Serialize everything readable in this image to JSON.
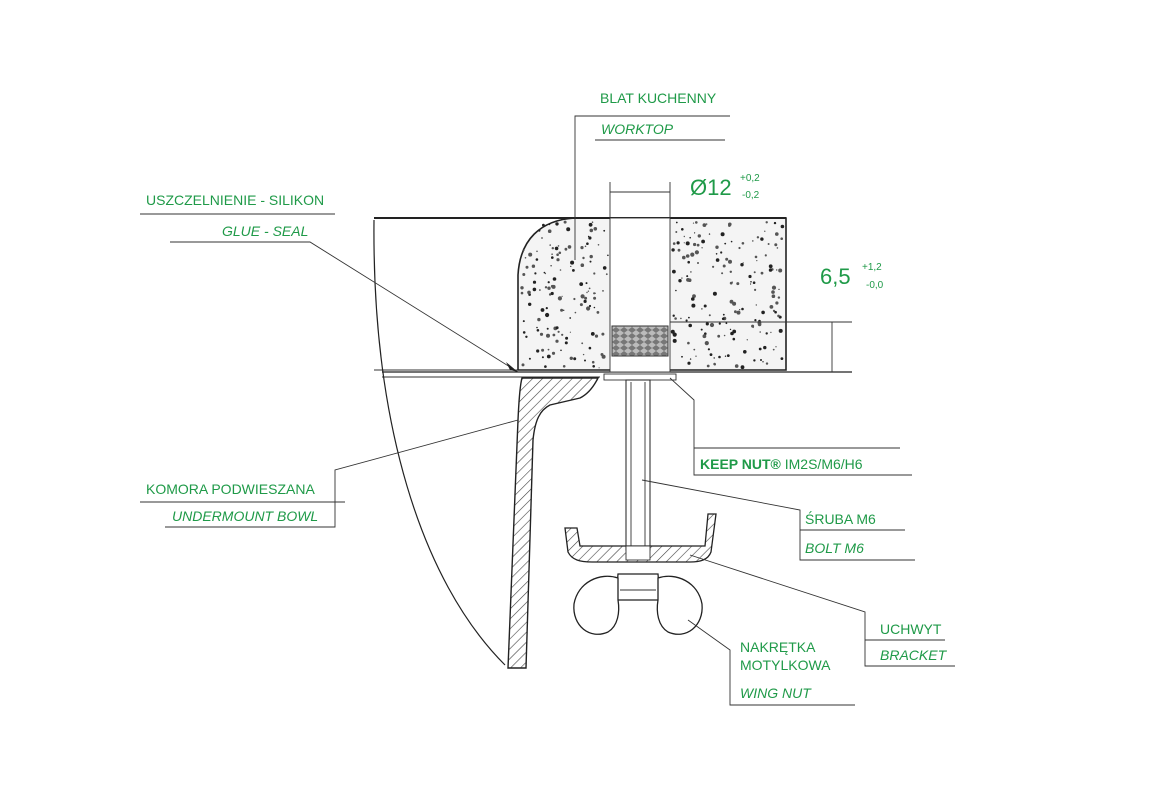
{
  "labels": {
    "worktop_pl": "BLAT KUCHENNY",
    "worktop_en": "WORKTOP",
    "seal_pl": "USZCZELNIENIE - SILIKON",
    "seal_en": "GLUE - SEAL",
    "bowl_pl": "KOMORA PODWIESZANA",
    "bowl_en": "UNDERMOUNT BOWL",
    "keepnut_brand": "KEEP NUT®",
    "keepnut_model": " IM2S/M6/H6",
    "bolt_pl": "ŚRUBA M6",
    "bolt_en": "BOLT M6",
    "bracket_pl": "UCHWYT",
    "bracket_en": "BRACKET",
    "wingnut_pl_1": "NAKRĘTKA",
    "wingnut_pl_2": "MOTYLKOWA",
    "wingnut_en": "WING NUT"
  },
  "dimensions": {
    "diameter_value": "Ø12",
    "diameter_tol_plus": "+0,2",
    "diameter_tol_minus": "-0,2",
    "depth_value": "6,5",
    "depth_tol_plus": "+1,2",
    "depth_tol_minus": "-0,0"
  },
  "colors": {
    "label_green": "#1f9a48",
    "line": "#222222"
  }
}
